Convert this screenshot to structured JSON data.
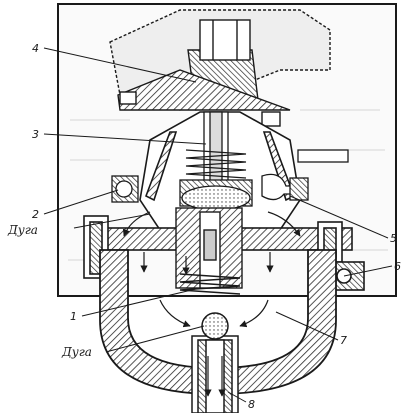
{
  "callouts": {
    "c1": "1",
    "c2": "2",
    "c3": "3",
    "c4": "4",
    "c5": "5",
    "c6": "6",
    "c7": "7",
    "c8": "8",
    "arc_upper": "Дуга",
    "arc_lower": "Дуга"
  },
  "colors": {
    "ink": "#1a1a1a",
    "oil": "#f2f2f2",
    "hatch": "#2a2a2a"
  }
}
